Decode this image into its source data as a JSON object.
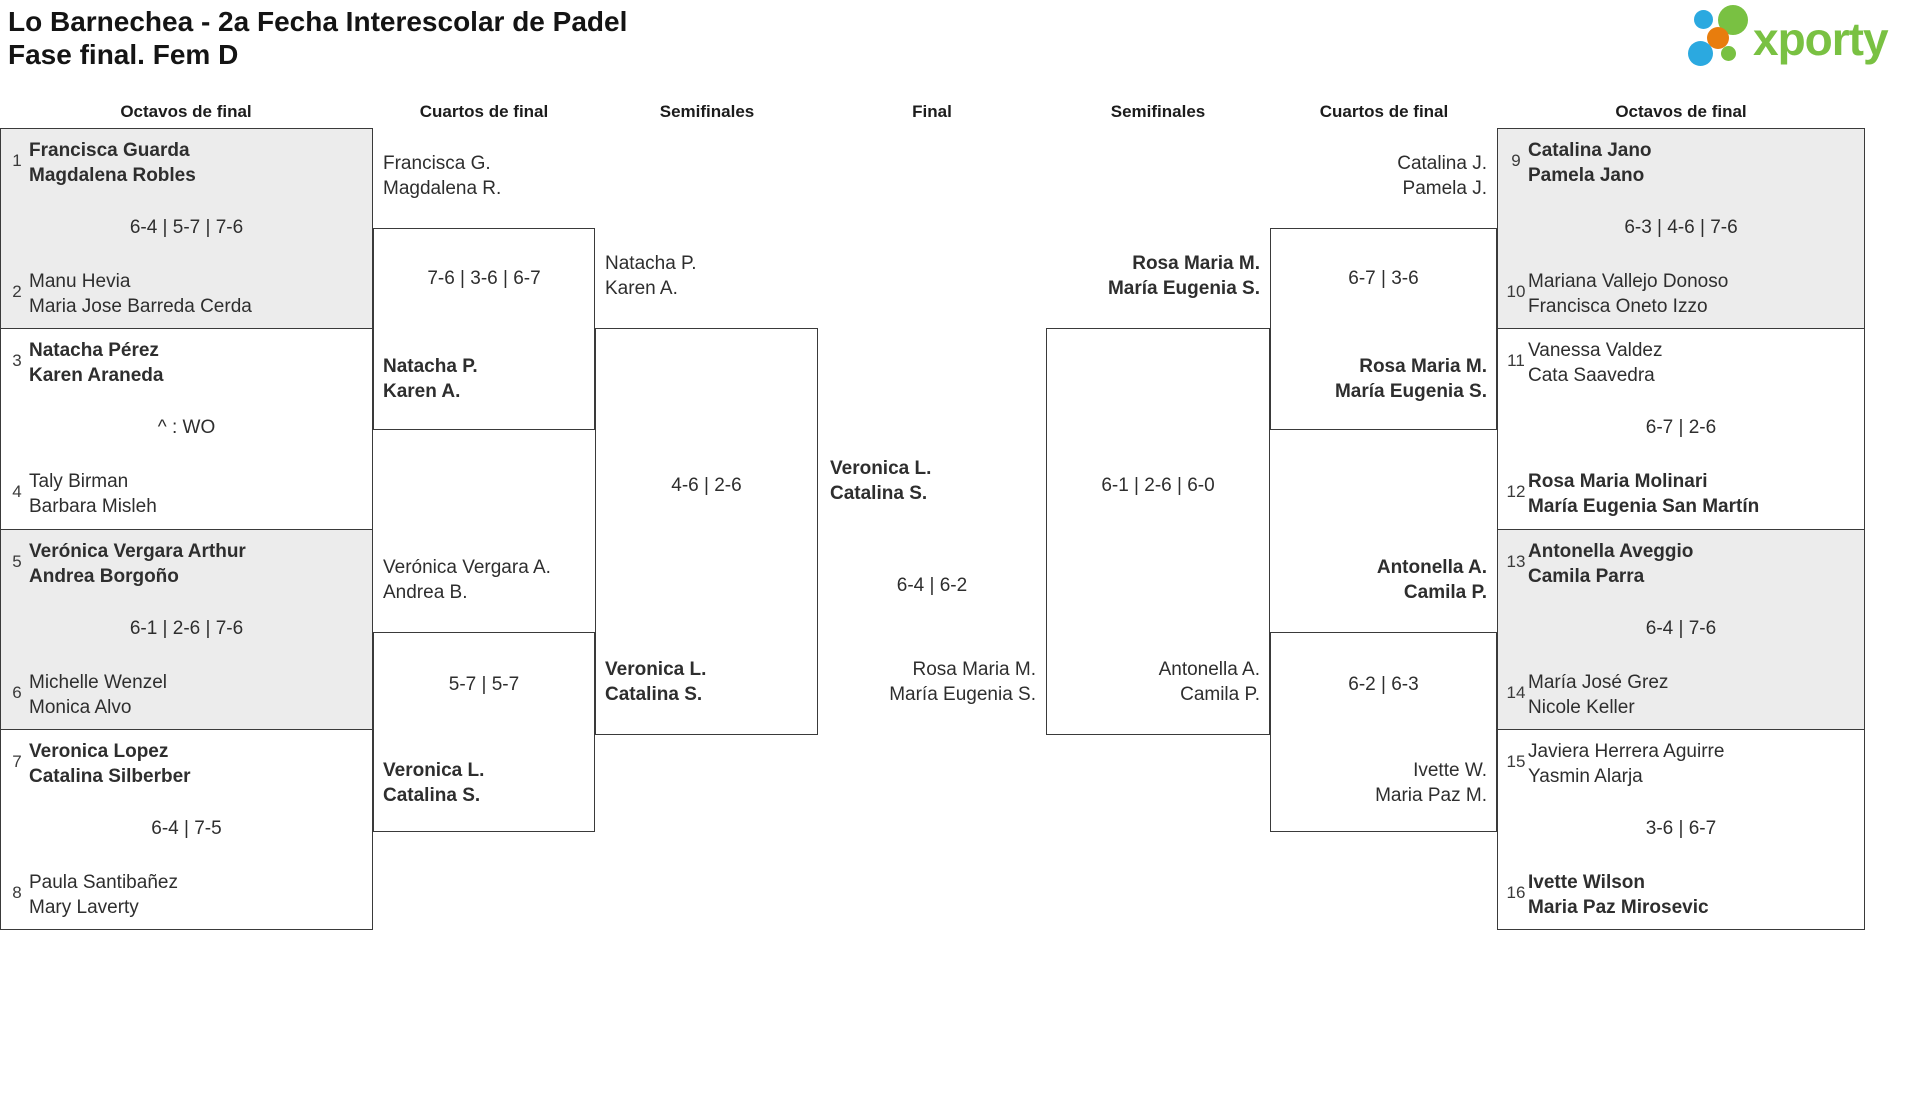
{
  "header": {
    "title_line1": "Lo Barnechea - 2a Fecha Interescolar de Padel",
    "title_line2": "Fase final. Fem D",
    "logo_text": "xporty"
  },
  "colors": {
    "logo_green": "#79c142",
    "logo_blue": "#2ba9e0",
    "logo_orange": "#e87d0d",
    "box_gray": "#ececec",
    "line": "#3a3a3a"
  },
  "columns": [
    "Octavos de final",
    "Cuartos de final",
    "Semifinales",
    "Final",
    "Semifinales",
    "Cuartos de final",
    "Octavos de final"
  ],
  "octavos_left": [
    {
      "seed_a": "1",
      "a1": "Francisca Guarda",
      "a2": "Magdalena Robles",
      "score": "6-4 | 5-7 | 7-6",
      "seed_b": "2",
      "b1": "Manu Hevia",
      "b2": "Maria Jose Barreda Cerda"
    },
    {
      "seed_a": "3",
      "a1": "Natacha Pérez",
      "a2": "Karen Araneda",
      "score": "^ : WO",
      "seed_b": "4",
      "b1": "Taly Birman",
      "b2": "Barbara Misleh"
    },
    {
      "seed_a": "5",
      "a1": "Verónica Vergara Arthur",
      "a2": "Andrea Borgoño",
      "score": "6-1 | 2-6 | 7-6",
      "seed_b": "6",
      "b1": "Michelle Wenzel",
      "b2": "Monica Alvo"
    },
    {
      "seed_a": "7",
      "a1": "Veronica Lopez",
      "a2": "Catalina Silberber",
      "score": "6-4 | 7-5",
      "seed_b": "8",
      "b1": "Paula Santibañez",
      "b2": "Mary Laverty"
    }
  ],
  "octavos_right": [
    {
      "seed_a": "9",
      "a1": "Catalina Jano",
      "a2": "Pamela Jano",
      "score": "6-3 | 4-6 | 7-6",
      "seed_b": "10",
      "b1": "Mariana Vallejo Donoso",
      "b2": "Francisca Oneto Izzo"
    },
    {
      "seed_a": "11",
      "a1": "Vanessa Valdez",
      "a2": "Cata Saavedra",
      "score": "6-7 | 2-6",
      "seed_b": "12",
      "b1": "Rosa Maria Molinari",
      "b2": "María Eugenia San Martín"
    },
    {
      "seed_a": "13",
      "a1": "Antonella Aveggio",
      "a2": "Camila Parra",
      "score": "6-4 | 7-6",
      "seed_b": "14",
      "b1": "María José Grez",
      "b2": "Nicole Keller"
    },
    {
      "seed_a": "15",
      "a1": "Javiera Herrera Aguirre",
      "a2": "Yasmin Alarja",
      "score": "3-6 | 6-7",
      "seed_b": "16",
      "b1": "Ivette Wilson",
      "b2": "Maria Paz Mirosevic"
    }
  ],
  "cuartos_left": [
    {
      "top1": "Francisca G.",
      "top2": "Magdalena R.",
      "score": "7-6 | 3-6 | 6-7",
      "bot1": "Natacha P.",
      "bot2": "Karen A."
    },
    {
      "top1": "Verónica Vergara A.",
      "top2": "Andrea B.",
      "score": "5-7 | 5-7",
      "bot1": "Veronica L.",
      "bot2": "Catalina S."
    }
  ],
  "cuartos_right": [
    {
      "top1": "Catalina J.",
      "top2": "Pamela J.",
      "score": "6-7 | 3-6",
      "bot1": "Rosa Maria M.",
      "bot2": "María Eugenia S."
    },
    {
      "top1": "Antonella A.",
      "top2": "Camila P.",
      "score": "6-2 | 6-3",
      "bot1": "Ivette W.",
      "bot2": "Maria Paz M."
    }
  ],
  "semi_left": {
    "top1": "Natacha P.",
    "top2": "Karen A.",
    "score": "4-6 | 2-6",
    "bot1": "Veronica L.",
    "bot2": "Catalina S."
  },
  "semi_right": {
    "top1": "Rosa Maria M.",
    "top2": "María Eugenia S.",
    "score": "6-1 | 2-6 | 6-0",
    "bot1": "Antonella A.",
    "bot2": "Camila P."
  },
  "final": {
    "top1": "Veronica L.",
    "top2": "Catalina S.",
    "score": "6-4 | 6-2",
    "bot1": "Rosa Maria M.",
    "bot2": "María Eugenia S."
  }
}
